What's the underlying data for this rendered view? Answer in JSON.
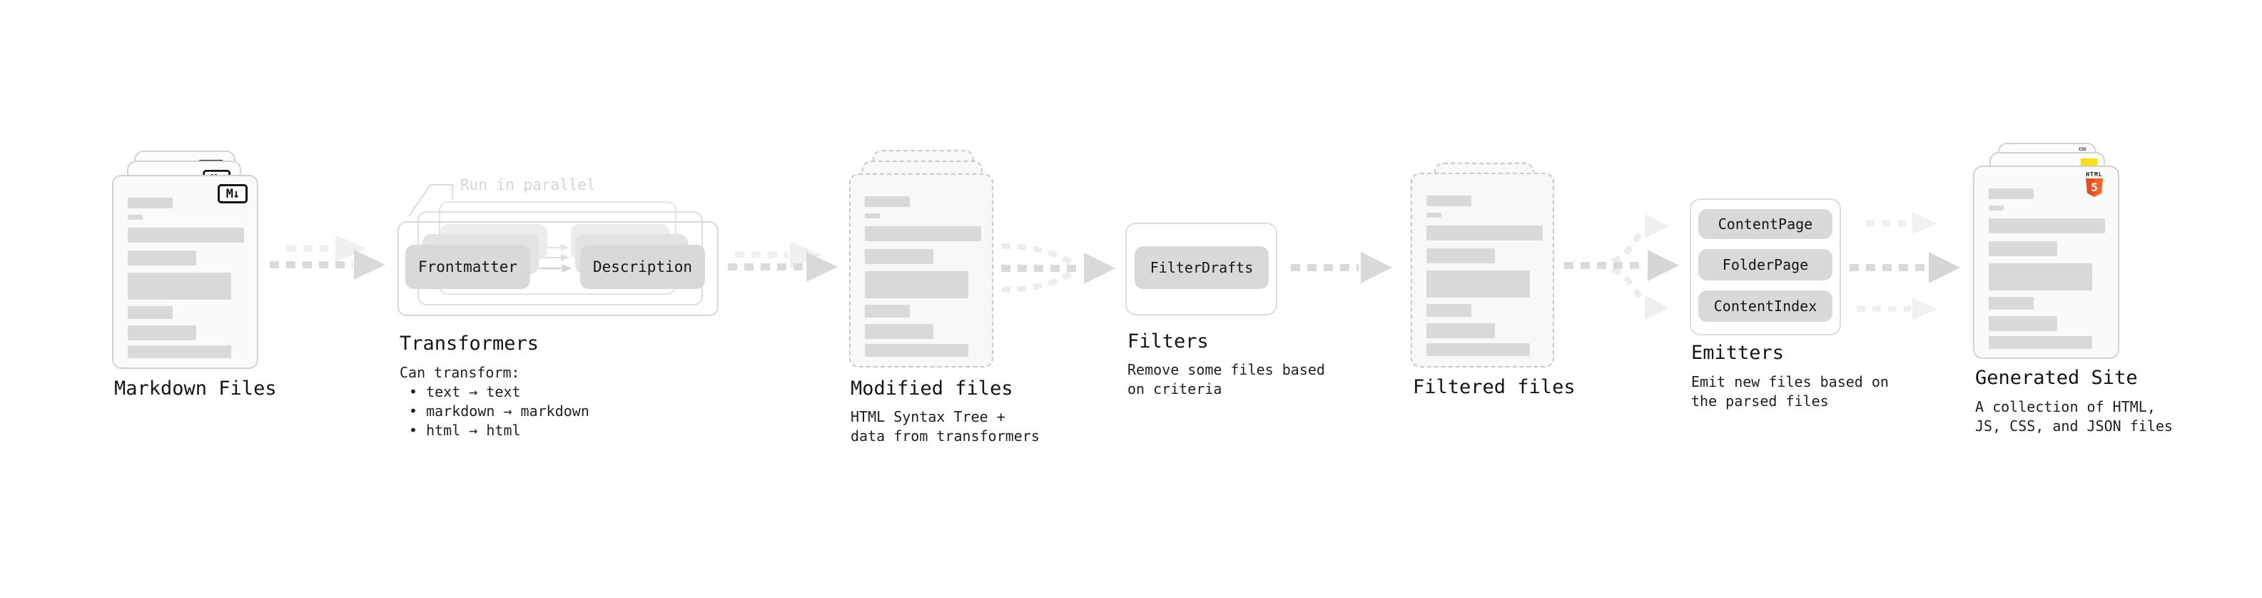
{
  "colors": {
    "html5_orange": "#e44d26",
    "js_yellow": "#f7df1e",
    "css_blue": "#2965f1",
    "skeleton_gray": "#d9d9d9",
    "button_gray": "#d9d9d9"
  },
  "icons": {
    "markdown_badge": "M↓",
    "html5_word": "HTML",
    "html5_number": "5",
    "css_badge": "CSS"
  },
  "callout": {
    "run_in_parallel": "Run in parallel"
  },
  "nodes": {
    "markdown": {
      "label": "Markdown Files"
    },
    "transformers": {
      "label": "Transformers",
      "buttons": [
        "Frontmatter",
        "Description"
      ],
      "desc_title": "Can transform:",
      "bullets": [
        "• text → text",
        "• markdown → markdown",
        "• html → html"
      ]
    },
    "modified": {
      "label": "Modified files",
      "desc": "HTML Syntax Tree +\ndata from transformers"
    },
    "filters": {
      "label": "Filters",
      "button": "FilterDrafts",
      "desc": "Remove some files based\non criteria"
    },
    "filtered": {
      "label": "Filtered files"
    },
    "emitters": {
      "label": "Emitters",
      "buttons": [
        "ContentPage",
        "FolderPage",
        "ContentIndex"
      ],
      "desc": "Emit new files based on\nthe parsed files"
    },
    "generated": {
      "label": "Generated Site",
      "desc": "A collection of HTML,\nJS, CSS, and JSON files"
    }
  }
}
